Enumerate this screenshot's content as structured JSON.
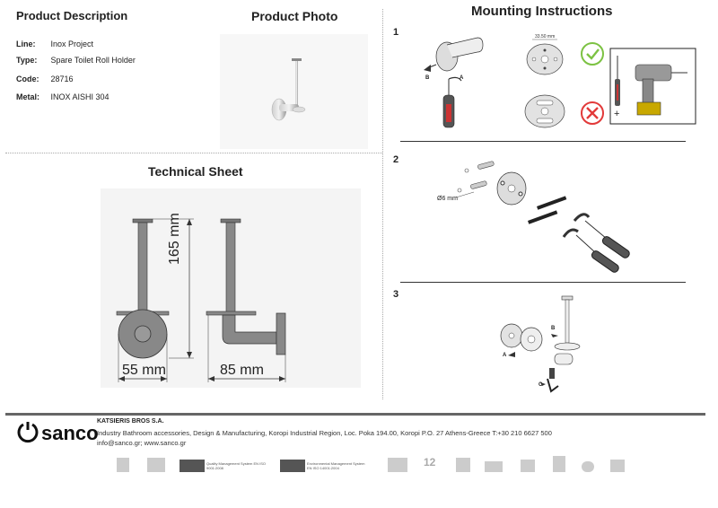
{
  "headers": {
    "product_description": "Product Description",
    "product_photo": "Product Photo",
    "mounting_instructions": "Mounting Instructions",
    "technical_sheet": "Technical Sheet"
  },
  "specs": [
    {
      "label": "Line:",
      "value": "Inox Project"
    },
    {
      "label": "Type:",
      "value": "Spare Toilet Roll Holder"
    },
    {
      "label": "Code:",
      "value": "28716"
    },
    {
      "label": "Metal:",
      "value": "INOX AISHI 304"
    }
  ],
  "steps": {
    "s1": "1",
    "s2": "2",
    "s3": "3"
  },
  "step1": {
    "measure": "33.50 mm",
    "label_b": "B",
    "label_a": "A"
  },
  "step2": {
    "diameter": "Ø6 mm"
  },
  "step3": {
    "label_b": "B",
    "label_a": "A",
    "label_c": "C"
  },
  "dimensions": {
    "height": "165 mm",
    "width_front": "55 mm",
    "width_side": "85 mm"
  },
  "footer": {
    "brand": "sanco",
    "company": "KATSIERIS BROS S.A.",
    "address": "Industry Bathroom accessories, Design & Manufacturing, Koropi Industrial Region, Loc. Poka 194.00, Koropi P.O. 27  Athens-Greece   T:+30 210 6627 500",
    "contact": "info@sanco.gr; www.sanco.gr",
    "cert1": "Quality Management System EN ISO 9001:2008",
    "cert2": "Environmental Management System EN ISO 14001:2004",
    "warranty": "12"
  },
  "colors": {
    "ok": "#7cc243",
    "bad": "#e23a3a",
    "metal": "#9a9a9a",
    "arrow": "#e0e0e0"
  }
}
